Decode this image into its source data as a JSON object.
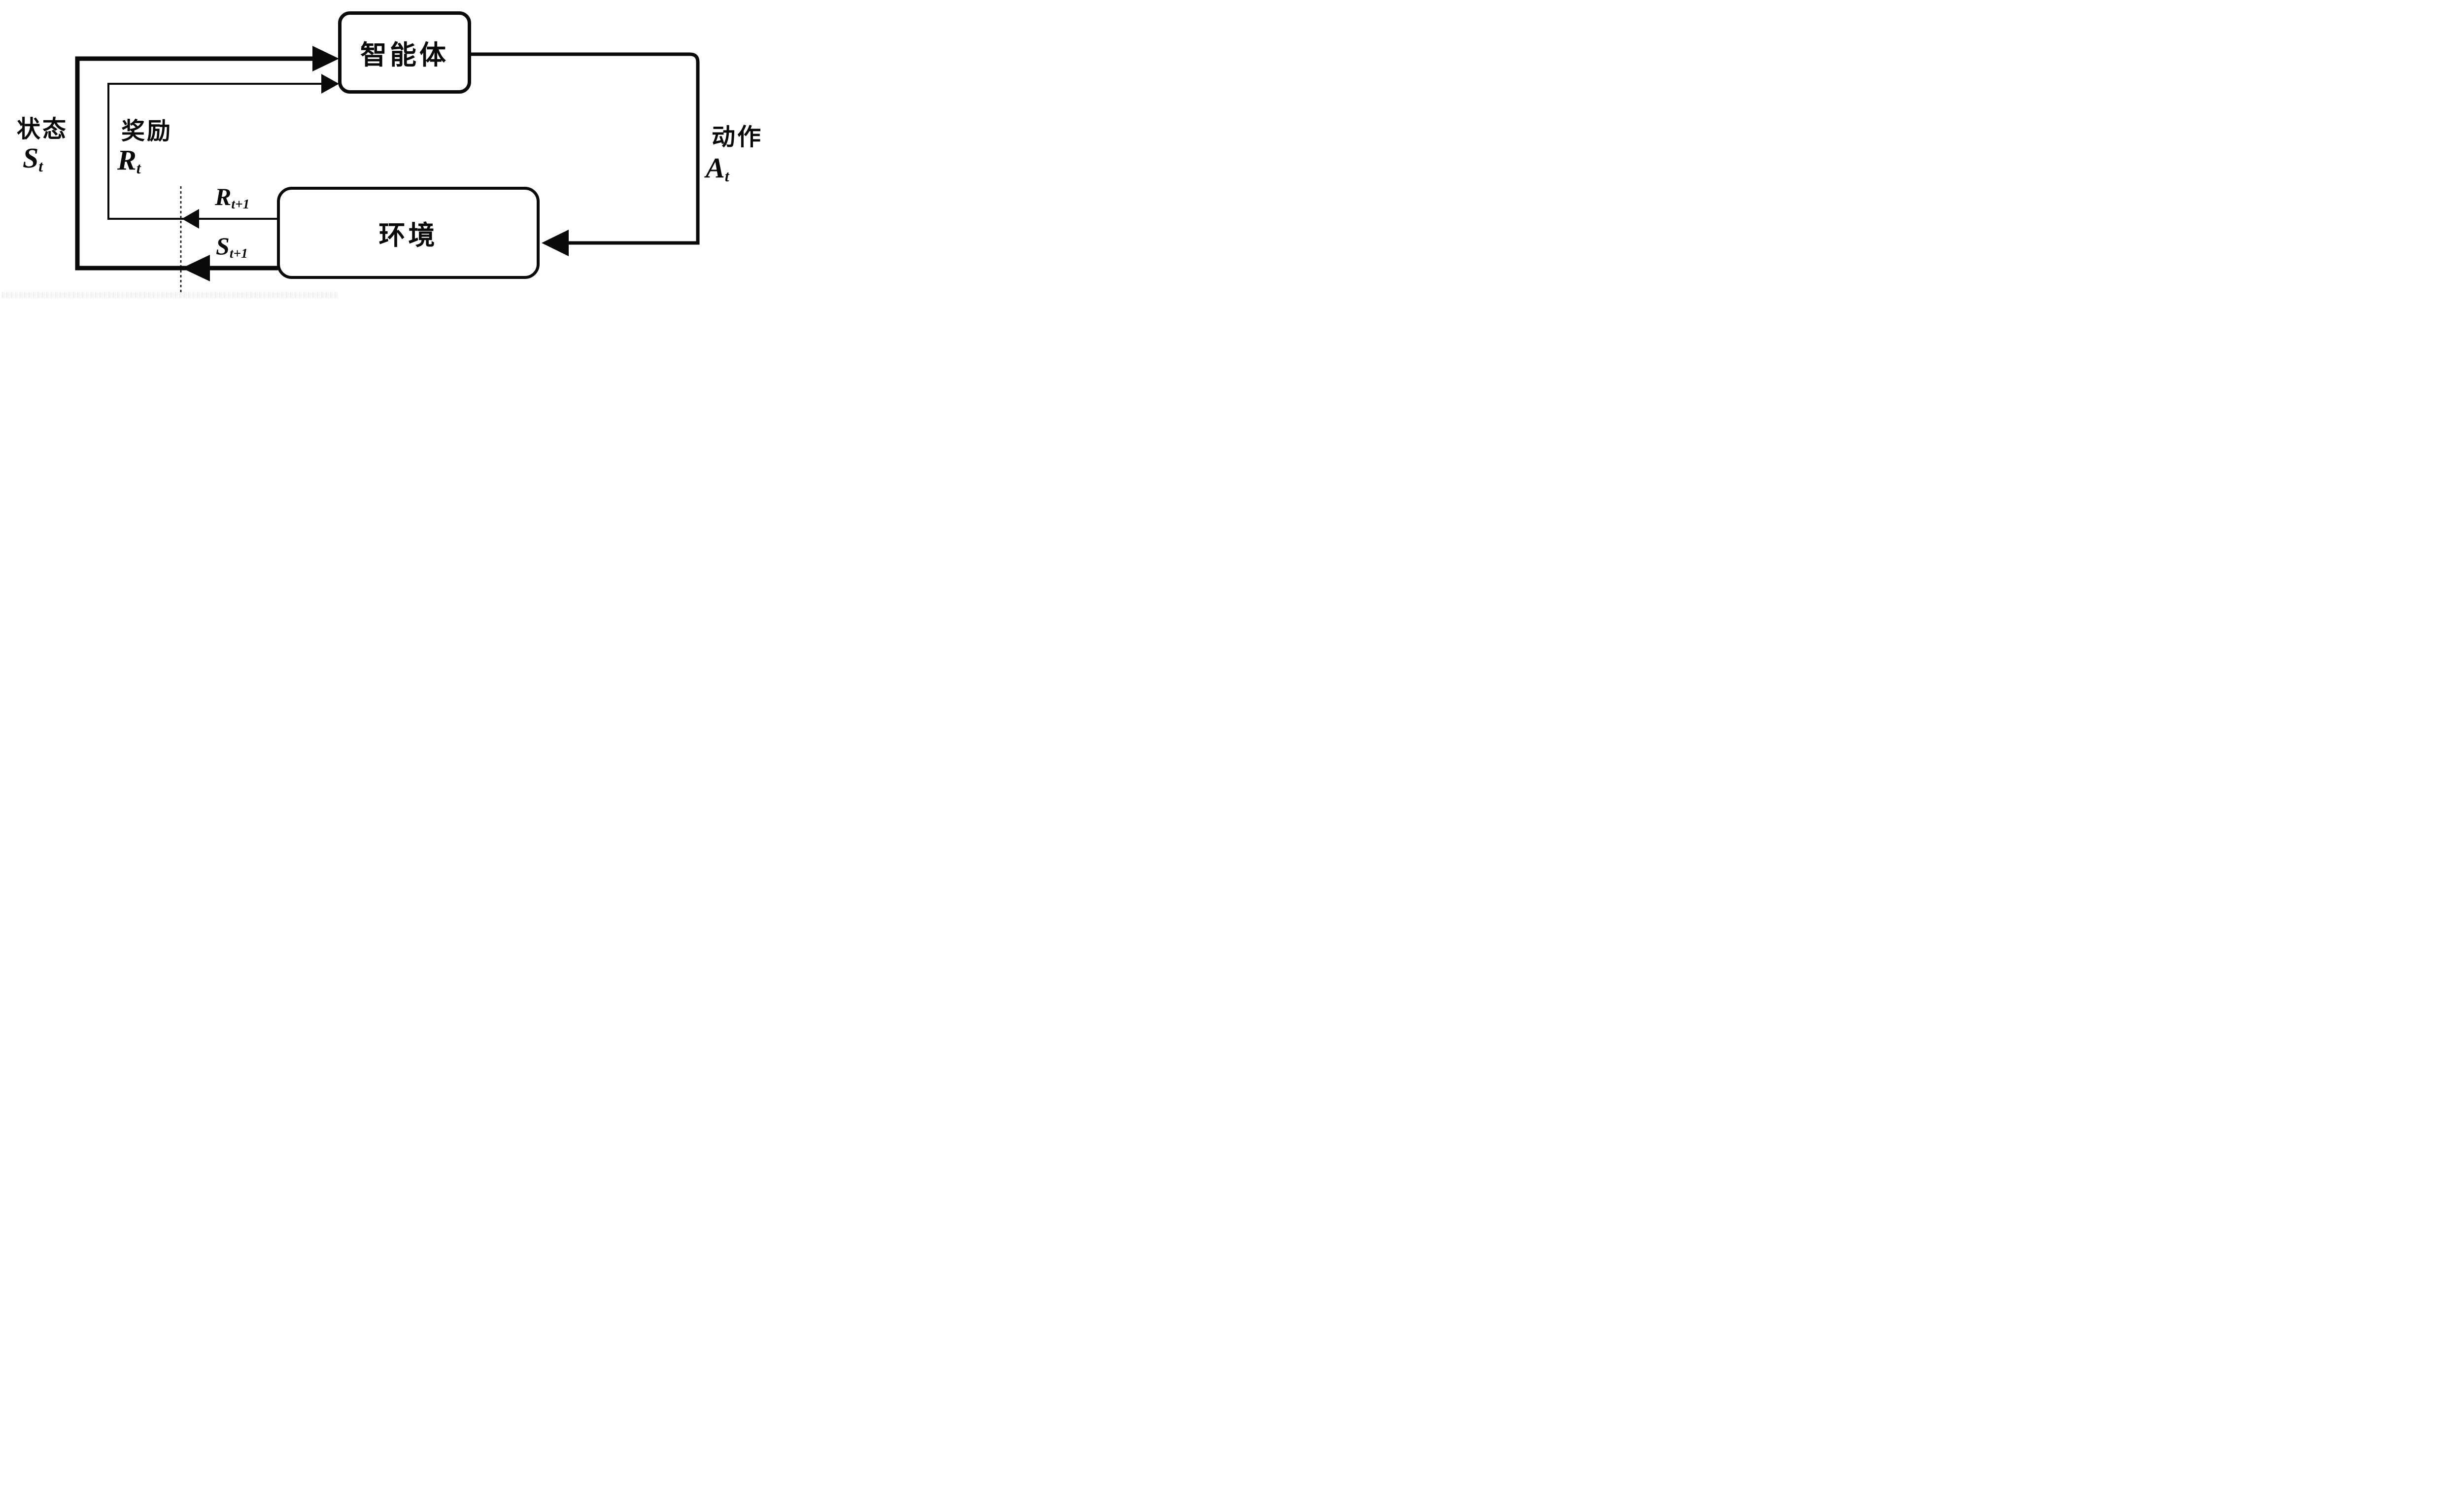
{
  "diagram": {
    "title_implicit": "agent-environment interaction loop",
    "agent_box": {
      "label": "智能体"
    },
    "environment_box": {
      "label": "环境"
    },
    "state_feedback": {
      "label": "状态",
      "symbol": "S",
      "subscript": "t"
    },
    "reward_feedback": {
      "label": "奖励",
      "symbol": "R",
      "subscript": "t"
    },
    "action": {
      "label": "动作",
      "symbol": "A",
      "subscript": "t"
    },
    "next_reward": {
      "symbol": "R",
      "subscript": "t+1"
    },
    "next_state": {
      "symbol": "S",
      "subscript": "t+1"
    },
    "colors": {
      "line": "#0a0a0a",
      "background": "#ffffff"
    },
    "artifacts": {
      "bottom_strip": "(illegible faint scanned text)"
    }
  }
}
